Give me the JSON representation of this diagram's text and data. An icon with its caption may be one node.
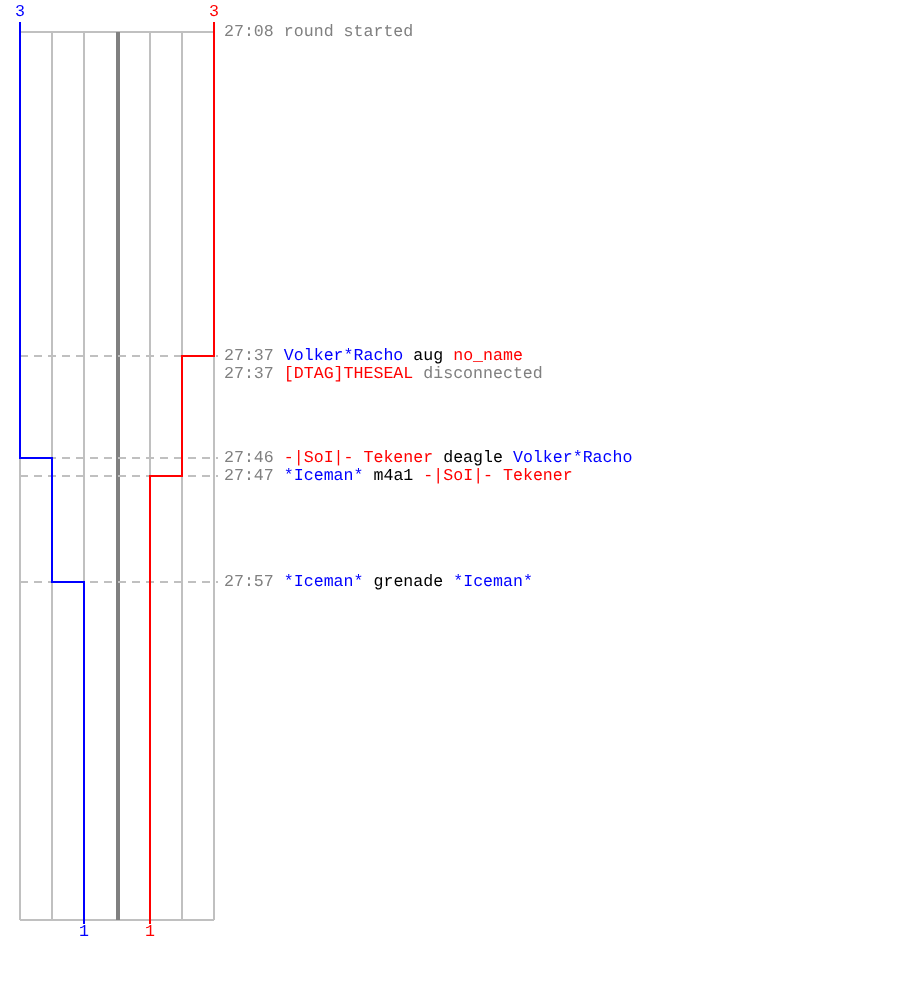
{
  "diagram": {
    "nodes": [
      {
        "text": [
          "3"
        ]
      },
      {
        "text": [
          "3"
        ]
      },
      {
        "text": [
          "1"
        ]
      },
      {
        "text": [
          "1"
        ]
      }
    ],
    "edges": [
      {
        "from": 0,
        "to": 2,
        "arrow": "none",
        "color": "#0000ff"
      },
      {
        "from": 1,
        "to": 3,
        "arrow": "none",
        "color": "#ff0000"
      }
    ],
    "labels": [
      "27:08",
      "round started",
      "27:37",
      "Volker*Racho",
      "aug",
      "no_name",
      "27:37",
      "[DTAG]THESEAL",
      "disconnected",
      "27:46",
      "-|SoI|- Tekener",
      "deagle",
      "Volker*Racho",
      "27:47",
      "*Iceman*",
      "m4a1",
      "-|SoI|- Tekener",
      "27:57",
      "*Iceman*",
      "grenade",
      "*Iceman*"
    ]
  }
}
